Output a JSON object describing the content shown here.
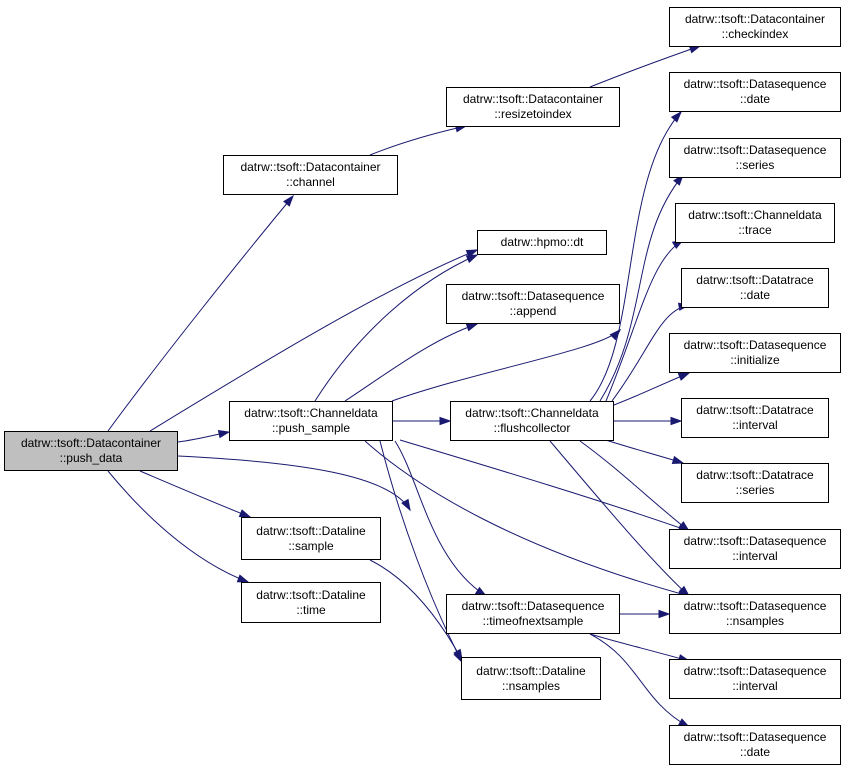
{
  "graph": {
    "edge_color": "#191970",
    "root_fill": "#bfbfbf",
    "nodes": [
      {
        "id": "push_data",
        "name": "node-push-data",
        "l1": "datrw::tsoft::Datacontainer",
        "l2": "::push_data",
        "root": true
      },
      {
        "id": "channel",
        "name": "node-datacontainer-channel",
        "l1": "datrw::tsoft::Datacontainer",
        "l2": "::channel"
      },
      {
        "id": "resizetoindex",
        "name": "node-datacontainer-resizetoindex",
        "l1": "datrw::tsoft::Datacontainer",
        "l2": "::resizetoindex"
      },
      {
        "id": "checkindex",
        "name": "node-datacontainer-checkindex",
        "l1": "datrw::tsoft::Datacontainer",
        "l2": "::checkindex"
      },
      {
        "id": "hpmo_dt",
        "name": "node-hpmo-dt",
        "l1": "datrw::hpmo::dt",
        "l2": ""
      },
      {
        "id": "ds_append",
        "name": "node-datasequence-append",
        "l1": "datrw::tsoft::Datasequence",
        "l2": "::append"
      },
      {
        "id": "push_sample",
        "name": "node-channeldata-push-sample",
        "l1": "datrw::tsoft::Channeldata",
        "l2": "::push_sample"
      },
      {
        "id": "flushcollector",
        "name": "node-channeldata-flushcollector",
        "l1": "datrw::tsoft::Channeldata",
        "l2": "::flushcollector"
      },
      {
        "id": "ds_date1",
        "name": "node-datasequence-date-1",
        "l1": "datrw::tsoft::Datasequence",
        "l2": "::date"
      },
      {
        "id": "ds_series",
        "name": "node-datasequence-series",
        "l1": "datrw::tsoft::Datasequence",
        "l2": "::series"
      },
      {
        "id": "cd_trace",
        "name": "node-channeldata-trace",
        "l1": "datrw::tsoft::Channeldata",
        "l2": "::trace"
      },
      {
        "id": "dt_date",
        "name": "node-datatrace-date",
        "l1": "datrw::tsoft::Datatrace",
        "l2": "::date"
      },
      {
        "id": "ds_initialize",
        "name": "node-datasequence-initialize",
        "l1": "datrw::tsoft::Datasequence",
        "l2": "::initialize"
      },
      {
        "id": "dt_interval",
        "name": "node-datatrace-interval",
        "l1": "datrw::tsoft::Datatrace",
        "l2": "::interval"
      },
      {
        "id": "dt_series",
        "name": "node-datatrace-series",
        "l1": "datrw::tsoft::Datatrace",
        "l2": "::series"
      },
      {
        "id": "ds_interval1",
        "name": "node-datasequence-interval-1",
        "l1": "datrw::tsoft::Datasequence",
        "l2": "::interval"
      },
      {
        "id": "ds_nsamples",
        "name": "node-datasequence-nsamples",
        "l1": "datrw::tsoft::Datasequence",
        "l2": "::nsamples"
      },
      {
        "id": "ds_timeofnext",
        "name": "node-datasequence-timeofnextsample",
        "l1": "datrw::tsoft::Datasequence",
        "l2": "::timeofnextsample"
      },
      {
        "id": "ds_interval2",
        "name": "node-datasequence-interval-2",
        "l1": "datrw::tsoft::Datasequence",
        "l2": "::interval"
      },
      {
        "id": "ds_date2",
        "name": "node-datasequence-date-2",
        "l1": "datrw::tsoft::Datasequence",
        "l2": "::date"
      },
      {
        "id": "dl_sample",
        "name": "node-dataline-sample",
        "l1": "datrw::tsoft::Dataline",
        "l2": "::sample"
      },
      {
        "id": "dl_time",
        "name": "node-dataline-time",
        "l1": "datrw::tsoft::Dataline",
        "l2": "::time"
      },
      {
        "id": "dl_nsamples",
        "name": "node-dataline-nsamples",
        "l1": "datrw::tsoft::Dataline",
        "l2": "::nsamples"
      }
    ],
    "edges": [
      {
        "from": "push_data",
        "to": "channel"
      },
      {
        "from": "push_data",
        "to": "hpmo_dt"
      },
      {
        "from": "push_data",
        "to": "push_sample"
      },
      {
        "from": "push_data",
        "to": "dl_sample"
      },
      {
        "from": "push_data",
        "to": "dl_time"
      },
      {
        "from": "push_data",
        "to": "dl_nsamples"
      },
      {
        "from": "channel",
        "to": "resizetoindex"
      },
      {
        "from": "resizetoindex",
        "to": "checkindex"
      },
      {
        "from": "push_sample",
        "to": "hpmo_dt"
      },
      {
        "from": "push_sample",
        "to": "ds_append"
      },
      {
        "from": "push_sample",
        "to": "ds_date1"
      },
      {
        "from": "push_sample",
        "to": "flushcollector"
      },
      {
        "from": "push_sample",
        "to": "ds_interval1"
      },
      {
        "from": "push_sample",
        "to": "ds_nsamples"
      },
      {
        "from": "push_sample",
        "to": "ds_timeofnext"
      },
      {
        "from": "push_sample",
        "to": "dl_nsamples"
      },
      {
        "from": "flushcollector",
        "to": "ds_date1"
      },
      {
        "from": "flushcollector",
        "to": "ds_series"
      },
      {
        "from": "flushcollector",
        "to": "cd_trace"
      },
      {
        "from": "flushcollector",
        "to": "dt_date"
      },
      {
        "from": "flushcollector",
        "to": "ds_initialize"
      },
      {
        "from": "flushcollector",
        "to": "dt_interval"
      },
      {
        "from": "flushcollector",
        "to": "dt_series"
      },
      {
        "from": "flushcollector",
        "to": "ds_interval1"
      },
      {
        "from": "flushcollector",
        "to": "ds_nsamples"
      },
      {
        "from": "ds_timeofnext",
        "to": "ds_nsamples"
      },
      {
        "from": "ds_timeofnext",
        "to": "ds_interval2"
      },
      {
        "from": "ds_timeofnext",
        "to": "ds_date2"
      },
      {
        "from": "dl_sample",
        "to": "dl_nsamples"
      }
    ]
  }
}
